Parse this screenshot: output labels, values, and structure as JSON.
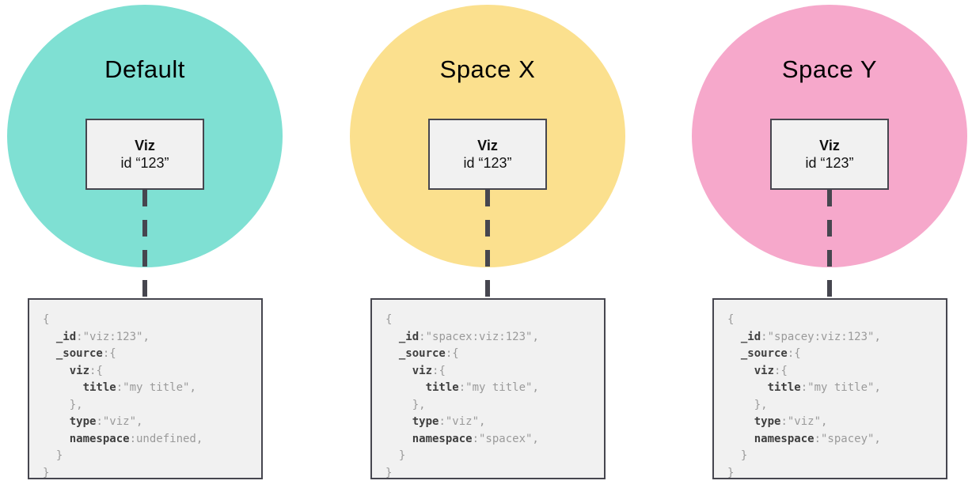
{
  "diagram": {
    "columns": [
      {
        "title": "Default",
        "circle_color": "#7FE0D3",
        "viz_box": {
          "name": "Viz",
          "id": "id “123”"
        },
        "code_lines": [
          [
            {
              "text": "{",
              "key": false
            }
          ],
          [
            {
              "text": "  ",
              "key": false
            },
            {
              "text": "_id",
              "key": true
            },
            {
              "text": ":\"viz:123\",",
              "key": false
            }
          ],
          [
            {
              "text": "  ",
              "key": false
            },
            {
              "text": "_source",
              "key": true
            },
            {
              "text": ":{",
              "key": false
            }
          ],
          [
            {
              "text": "    ",
              "key": false
            },
            {
              "text": "viz",
              "key": true
            },
            {
              "text": ":{",
              "key": false
            }
          ],
          [
            {
              "text": "      ",
              "key": false
            },
            {
              "text": "title",
              "key": true
            },
            {
              "text": ":\"my title\",",
              "key": false
            }
          ],
          [
            {
              "text": "    },",
              "key": false
            }
          ],
          [
            {
              "text": "    ",
              "key": false
            },
            {
              "text": "type",
              "key": true
            },
            {
              "text": ":\"viz\",",
              "key": false
            }
          ],
          [
            {
              "text": "    ",
              "key": false
            },
            {
              "text": "namespace",
              "key": true
            },
            {
              "text": ":undefined,",
              "key": false
            }
          ],
          [
            {
              "text": "  }",
              "key": false
            }
          ],
          [
            {
              "text": "}",
              "key": false
            }
          ]
        ]
      },
      {
        "title": "Space X",
        "circle_color": "#FBE08E",
        "viz_box": {
          "name": "Viz",
          "id": "id “123”"
        },
        "code_lines": [
          [
            {
              "text": "{",
              "key": false
            }
          ],
          [
            {
              "text": "  ",
              "key": false
            },
            {
              "text": "_id",
              "key": true
            },
            {
              "text": ":\"spacex:viz:123\",",
              "key": false
            }
          ],
          [
            {
              "text": "  ",
              "key": false
            },
            {
              "text": "_source",
              "key": true
            },
            {
              "text": ":{",
              "key": false
            }
          ],
          [
            {
              "text": "    ",
              "key": false
            },
            {
              "text": "viz",
              "key": true
            },
            {
              "text": ":{",
              "key": false
            }
          ],
          [
            {
              "text": "      ",
              "key": false
            },
            {
              "text": "title",
              "key": true
            },
            {
              "text": ":\"my title\",",
              "key": false
            }
          ],
          [
            {
              "text": "    },",
              "key": false
            }
          ],
          [
            {
              "text": "    ",
              "key": false
            },
            {
              "text": "type",
              "key": true
            },
            {
              "text": ":\"viz\",",
              "key": false
            }
          ],
          [
            {
              "text": "    ",
              "key": false
            },
            {
              "text": "namespace",
              "key": true
            },
            {
              "text": ":\"spacex\",",
              "key": false
            }
          ],
          [
            {
              "text": "  }",
              "key": false
            }
          ],
          [
            {
              "text": "}",
              "key": false
            }
          ]
        ]
      },
      {
        "title": "Space Y",
        "circle_color": "#F6A8CB",
        "viz_box": {
          "name": "Viz",
          "id": "id “123”"
        },
        "code_lines": [
          [
            {
              "text": "{",
              "key": false
            }
          ],
          [
            {
              "text": "  ",
              "key": false
            },
            {
              "text": "_id",
              "key": true
            },
            {
              "text": ":\"spacey:viz:123\",",
              "key": false
            }
          ],
          [
            {
              "text": "  ",
              "key": false
            },
            {
              "text": "_source",
              "key": true
            },
            {
              "text": ":{",
              "key": false
            }
          ],
          [
            {
              "text": "    ",
              "key": false
            },
            {
              "text": "viz",
              "key": true
            },
            {
              "text": ":{",
              "key": false
            }
          ],
          [
            {
              "text": "      ",
              "key": false
            },
            {
              "text": "title",
              "key": true
            },
            {
              "text": ":\"my title\",",
              "key": false
            }
          ],
          [
            {
              "text": "    },",
              "key": false
            }
          ],
          [
            {
              "text": "    ",
              "key": false
            },
            {
              "text": "type",
              "key": true
            },
            {
              "text": ":\"viz\",",
              "key": false
            }
          ],
          [
            {
              "text": "    ",
              "key": false
            },
            {
              "text": "namespace",
              "key": true
            },
            {
              "text": ":\"spacey\",",
              "key": false
            }
          ],
          [
            {
              "text": "  }",
              "key": false
            }
          ],
          [
            {
              "text": "}",
              "key": false
            }
          ]
        ]
      }
    ]
  },
  "colors": {
    "stroke": "#46464F",
    "code_key": "#3F3F3F",
    "code_plain": "#9A9A9A",
    "box_fill": "#F1F1F1"
  }
}
